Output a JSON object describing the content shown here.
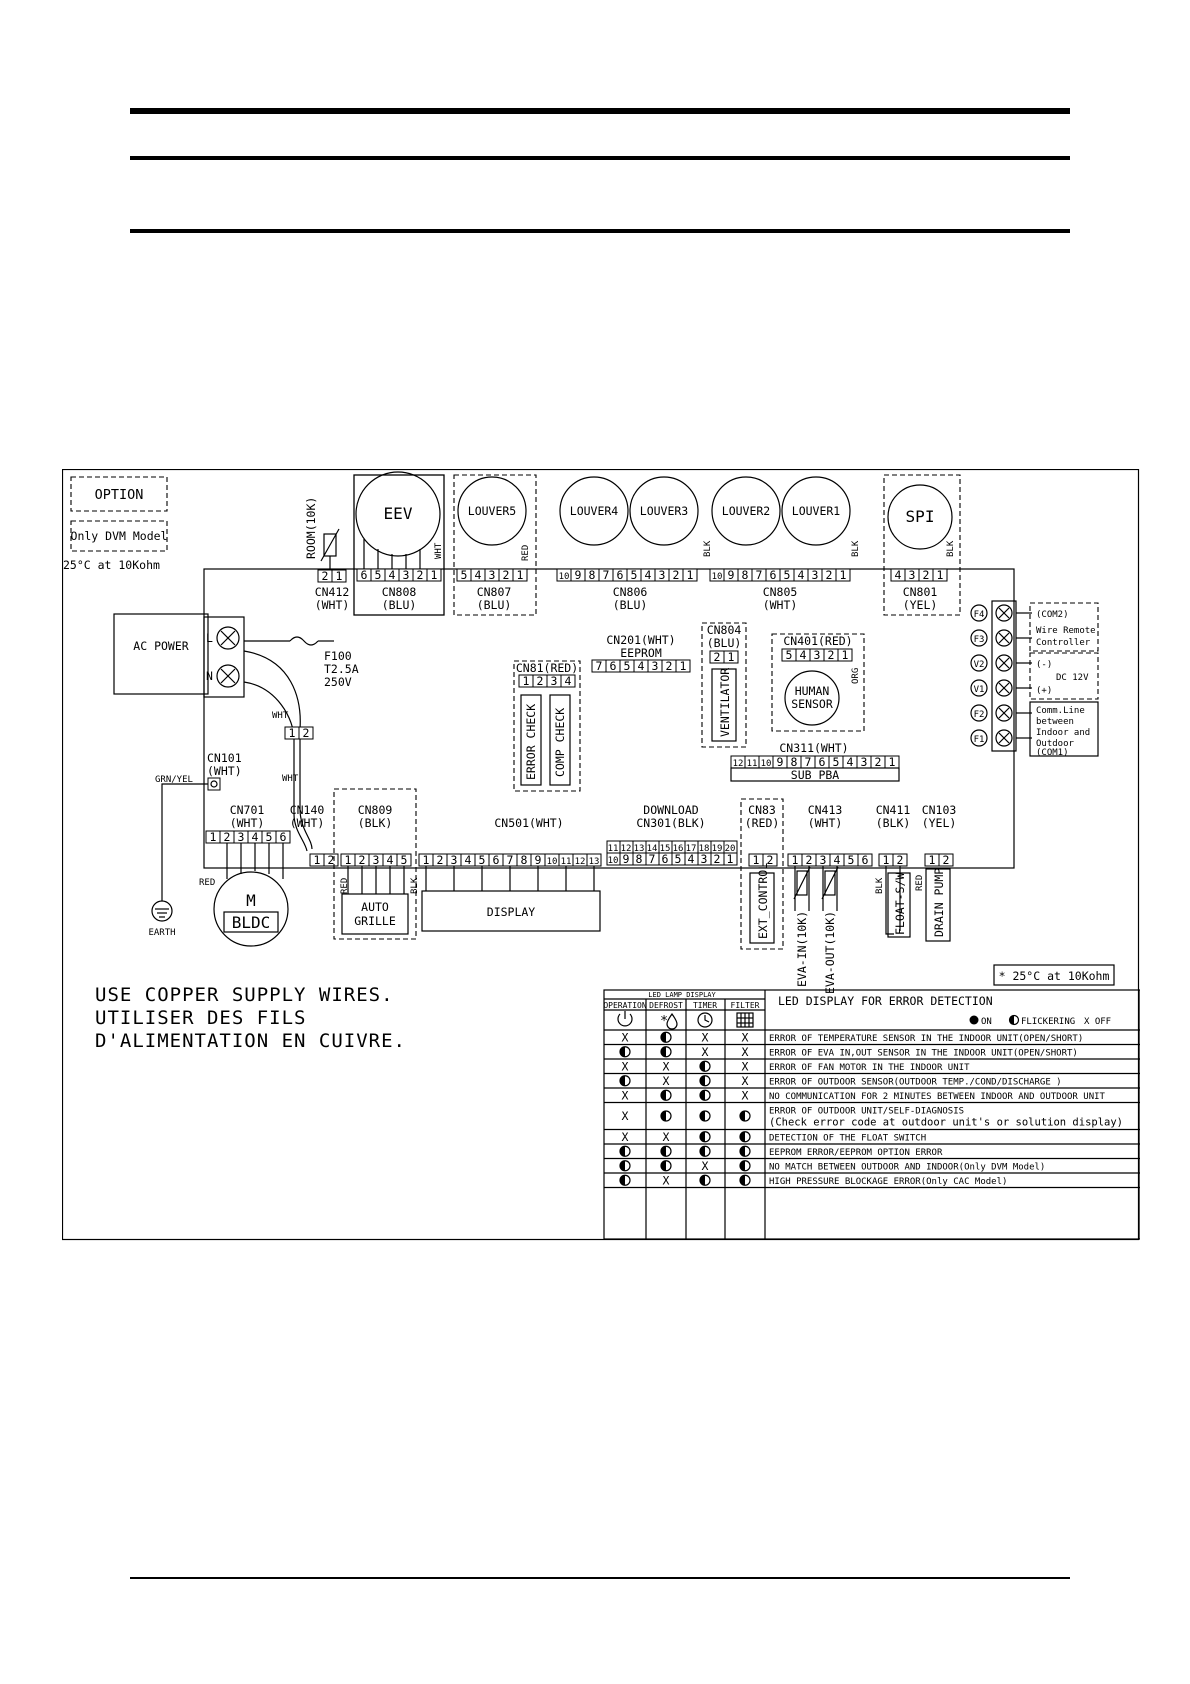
{
  "option_label": "OPTION",
  "dvm_model_label": "Only DVM Model",
  "sensor_spec_top": "25°C at 10Kohm",
  "room_sensor_label": "ROOM(10K)",
  "ac_power_label": "AC POWER",
  "fuse": {
    "name": "F100",
    "rating": "T2.5A",
    "voltage": "250V"
  },
  "terminal_l": "L",
  "terminal_n": "N",
  "motors": [
    {
      "name": "EEV",
      "connector": "CN808",
      "color": "(BLU)",
      "pins": [
        "6",
        "5",
        "4",
        "3",
        "2",
        "1"
      ],
      "wire": "WHT"
    },
    {
      "name": "LOUVER5",
      "connector": "CN807",
      "color": "(BLU)",
      "pins": [
        "5",
        "4",
        "3",
        "2",
        "1"
      ],
      "wire": "RED"
    },
    {
      "name": "LOUVER4",
      "connector": "",
      "color": "",
      "pins": [],
      "wire": ""
    },
    {
      "name": "LOUVER3",
      "connector": "",
      "color": "",
      "pins": [],
      "wire": ""
    },
    {
      "name": "LOUVER2",
      "connector": "",
      "color": "",
      "pins": [],
      "wire": ""
    },
    {
      "name": "LOUVER1",
      "connector": "",
      "color": "",
      "pins": [],
      "wire": ""
    },
    {
      "name": "SPI",
      "connector": "CN801",
      "color": "(YEL)",
      "pins": [
        "4",
        "3",
        "2",
        "1"
      ],
      "wire": "BLK"
    }
  ],
  "cn412": {
    "name": "CN412",
    "color": "(WHT)",
    "pins": [
      "2",
      "1"
    ]
  },
  "cn806": {
    "name": "CN806",
    "color": "(BLU)",
    "pins": [
      "10",
      "9",
      "8",
      "7",
      "6",
      "5",
      "4",
      "3",
      "2",
      "1"
    ],
    "wire": "BLK"
  },
  "cn805": {
    "name": "CN805",
    "color": "(WHT)",
    "pins": [
      "10",
      "9",
      "8",
      "7",
      "6",
      "5",
      "4",
      "3",
      "2",
      "1"
    ],
    "wire": "BLK"
  },
  "cn201": {
    "name": "CN201(WHT)",
    "label": "EEPROM",
    "pins": [
      "7",
      "6",
      "5",
      "4",
      "3",
      "2",
      "1"
    ]
  },
  "cn81": {
    "name": "CN81(RED)",
    "pins": [
      "1",
      "2",
      "3",
      "4"
    ],
    "error_check": "ERROR CHECK",
    "comp_check": "COMP CHECK"
  },
  "cn804": {
    "name": "CN804",
    "color": "(BLU)",
    "pins": [
      "2",
      "1"
    ],
    "device": "VENTILATOR"
  },
  "cn401": {
    "name": "CN401(RED)",
    "pins": [
      "5",
      "4",
      "3",
      "2",
      "1"
    ],
    "device_line1": "HUMAN",
    "device_line2": "SENSOR",
    "wire": "ORG"
  },
  "cn311": {
    "name": "CN311(WHT)",
    "pins": [
      "12",
      "11",
      "10",
      "9",
      "8",
      "7",
      "6",
      "5",
      "4",
      "3",
      "2",
      "1"
    ],
    "label": "SUB PBA"
  },
  "right_terminals": [
    {
      "id": "F4",
      "label": "(COM2)"
    },
    {
      "id": "F3",
      "label": ""
    },
    {
      "id": "V2",
      "label": "(-)"
    },
    {
      "id": "V1",
      "label": "(+)"
    },
    {
      "id": "F2",
      "label": ""
    },
    {
      "id": "F1",
      "label": "(COM1)"
    }
  ],
  "wire_remote_line1": "Wire Remote",
  "wire_remote_line2": "Controller",
  "dc_label": "DC 12V",
  "comm_lines": [
    "Comm.Line",
    "between",
    "Indoor and",
    "Outdoor"
  ],
  "wht_label": "WHT",
  "cn101": {
    "name": "CN101",
    "color": "(WHT)"
  },
  "grn_yel": "GRN/YEL",
  "earth": "EARTH",
  "cn701": {
    "name": "CN701",
    "color": "(WHT)",
    "pins": [
      "1",
      "2",
      "3",
      "4",
      "5",
      "6"
    ]
  },
  "cn140": {
    "name": "CN140",
    "color": "(WHT)",
    "pins": [
      "1",
      "2"
    ]
  },
  "motor_m": "M",
  "motor_bldc": "BLDC",
  "red_label": "RED",
  "blk_label": "BLK",
  "cn809": {
    "name": "CN809",
    "color": "(BLK)",
    "pins": [
      "1",
      "2",
      "3",
      "4",
      "5"
    ]
  },
  "auto_grille_1": "AUTO",
  "auto_grille_2": "GRILLE",
  "cn501": {
    "name": "CN501(WHT)",
    "pins": [
      "1",
      "2",
      "3",
      "4",
      "5",
      "6",
      "7",
      "8",
      "9",
      "10",
      "11",
      "12",
      "13"
    ]
  },
  "display_label": "DISPLAY",
  "download_label": "DOWNLOAD",
  "cn301": {
    "name": "CN301(BLK)",
    "pins_top": [
      "11",
      "12",
      "13",
      "14",
      "15",
      "16",
      "17",
      "18",
      "19",
      "20"
    ],
    "pins_bottom": [
      "10",
      "9",
      "8",
      "7",
      "6",
      "5",
      "4",
      "3",
      "2",
      "1"
    ]
  },
  "cn83": {
    "name": "CN83",
    "color": "(RED)",
    "pins": [
      "1",
      "2"
    ],
    "device": "EXT_CONTROL"
  },
  "cn413": {
    "name": "CN413",
    "color": "(WHT)",
    "pins": [
      "1",
      "2",
      "3",
      "4",
      "5",
      "6"
    ],
    "eva_in": "EVA-IN(10K)",
    "eva_out": "EVA-OUT(10K)"
  },
  "cn411": {
    "name": "CN411",
    "color": "(BLK)",
    "pins": [
      "1",
      "2"
    ],
    "device": "FLOAT-S/W"
  },
  "cn103": {
    "name": "CN103",
    "color": "(YEL)",
    "pins": [
      "1",
      "2"
    ],
    "device": "DRAIN PUMP"
  },
  "sensor_spec_bottom": "* 25°C at 10Kohm",
  "notice": [
    "USE COPPER SUPPLY WIRES.",
    "UTILISER DES FILS",
    "D'ALIMENTATION EN CUIVRE."
  ],
  "led_table": {
    "header": "LED LAMP DISPLAY",
    "title": "LED DISPLAY FOR ERROR DETECTION",
    "columns": [
      "OPERATION",
      "DEFROST",
      "TIMER",
      "FILTER"
    ],
    "legend": {
      "on": "ON",
      "flicker": "FLICKERING",
      "off": "X OFF"
    },
    "rows": [
      {
        "states": [
          "X",
          "F",
          "X",
          "X"
        ],
        "text": "ERROR OF TEMPERATURE SENSOR IN THE INDOOR UNIT(OPEN/SHORT)"
      },
      {
        "states": [
          "F",
          "F",
          "X",
          "X"
        ],
        "text": "ERROR OF EVA IN,OUT SENSOR IN THE INDOOR UNIT(OPEN/SHORT)"
      },
      {
        "states": [
          "X",
          "X",
          "F",
          "X"
        ],
        "text": "ERROR OF FAN MOTOR IN THE INDOOR UNIT"
      },
      {
        "states": [
          "F",
          "X",
          "F",
          "X"
        ],
        "text": "ERROR OF OUTDOOR SENSOR(OUTDOOR TEMP./COND/DISCHARGE )"
      },
      {
        "states": [
          "X",
          "F",
          "F",
          "X"
        ],
        "text": "NO COMMUNICATION FOR 2 MINUTES BETWEEN INDOOR AND OUTDOOR UNIT"
      },
      {
        "states": [
          "X",
          "F",
          "F",
          "F"
        ],
        "text": "ERROR OF OUTDOOR UNIT/SELF-DIAGNOSIS",
        "text2": "(Check error code at outdoor unit's or solution display)"
      },
      {
        "states": [
          "X",
          "X",
          "F",
          "F"
        ],
        "text": "DETECTION OF THE FLOAT SWITCH"
      },
      {
        "states": [
          "F",
          "F",
          "F",
          "F"
        ],
        "text": "EEPROM ERROR/EEPROM OPTION ERROR"
      },
      {
        "states": [
          "F",
          "F",
          "X",
          "F"
        ],
        "text": "NO MATCH BETWEEN OUTDOOR AND INDOOR(Only DVM Model)"
      },
      {
        "states": [
          "F",
          "X",
          "F",
          "F"
        ],
        "text": "HIGH PRESSURE BLOCKAGE ERROR(Only CAC Model)"
      }
    ]
  }
}
